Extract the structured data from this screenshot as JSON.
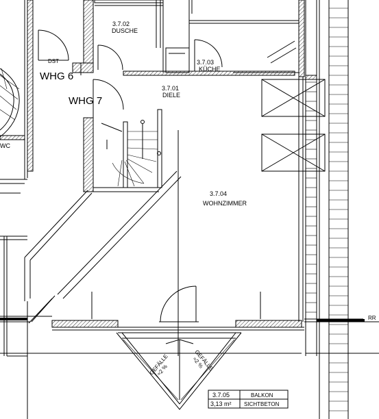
{
  "units": [
    {
      "id": "whg6",
      "label": "WHG 6"
    },
    {
      "id": "whg7",
      "label": "WHG 7"
    }
  ],
  "rooms": [
    {
      "id": "dusche",
      "number": "3.7.02",
      "name": "DUSCHE"
    },
    {
      "id": "kueche",
      "number": "3.7.03",
      "name": "KÜCHE"
    },
    {
      "id": "diele",
      "number": "3.7.01",
      "name": "DIELE"
    },
    {
      "id": "wohnzimmer",
      "number": "3.7.04",
      "name": "WOHNZIMMER"
    }
  ],
  "labels": {
    "dst": "DST",
    "wc": "WC",
    "rr": "RR"
  },
  "balcony_slopes": [
    {
      "id": "left",
      "label": "GEFÄLLE",
      "value": "≈2 %"
    },
    {
      "id": "right",
      "label": "GEFÄLLE",
      "value": "≈2 %"
    }
  ],
  "balcony_table": {
    "number": "3.7.05",
    "name": "BALKON",
    "area": "3,13 m²",
    "finish": "SICHTBETON"
  }
}
